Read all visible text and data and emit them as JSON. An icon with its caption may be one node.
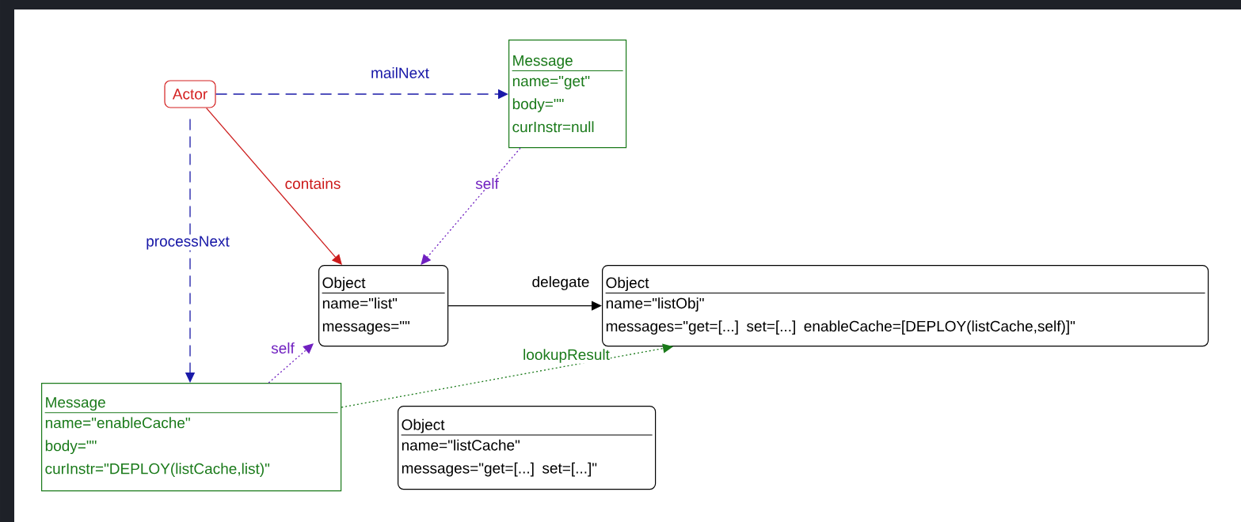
{
  "diagram": {
    "nodes": [
      {
        "text": [
          "Actor"
        ]
      },
      {
        "text": [
          "Message",
          "name=\"get\"",
          "body=\"\"",
          "curInstr=null"
        ]
      },
      {
        "text": [
          "Object",
          "name=\"list\"",
          "messages=\"\""
        ]
      },
      {
        "text": [
          "Object",
          "name=\"listObj\"",
          "messages=\"get=[...] set=[...] enableCache=[DEPLOY(listCache,self)]\""
        ]
      },
      {
        "text": [
          "Message",
          "name=\"enableCache\"",
          "body=\"\"",
          "curInstr=\"DEPLOY(listCache,list)\""
        ]
      },
      {
        "text": [
          "Object",
          "name=\"listCache\"",
          "messages=\"get=[...] set=[...]\""
        ]
      }
    ],
    "edges": [
      {
        "from": 0,
        "to": 1,
        "arrow": "to",
        "label": "mailNext",
        "style": "dashed",
        "color": "#1a1aa8"
      },
      {
        "from": 0,
        "to": 4,
        "arrow": "to",
        "label": "processNext",
        "style": "dashed",
        "color": "#1a1aa8"
      },
      {
        "from": 0,
        "to": 2,
        "arrow": "to",
        "label": "contains",
        "color": "#cc1a1a"
      },
      {
        "from": 1,
        "to": 2,
        "arrow": "to",
        "label": "self",
        "style": "dashed",
        "color": "#7020c0"
      },
      {
        "from": 2,
        "to": 3,
        "arrow": "to",
        "label": "delegate",
        "color": "#000000"
      },
      {
        "from": 4,
        "to": 2,
        "arrow": "to",
        "label": "self",
        "style": "dashed",
        "color": "#7020c0"
      },
      {
        "from": 4,
        "to": 3,
        "arrow": "to",
        "label": "lookupResult",
        "style": "dashed",
        "color": "#1a7a1a"
      }
    ]
  }
}
